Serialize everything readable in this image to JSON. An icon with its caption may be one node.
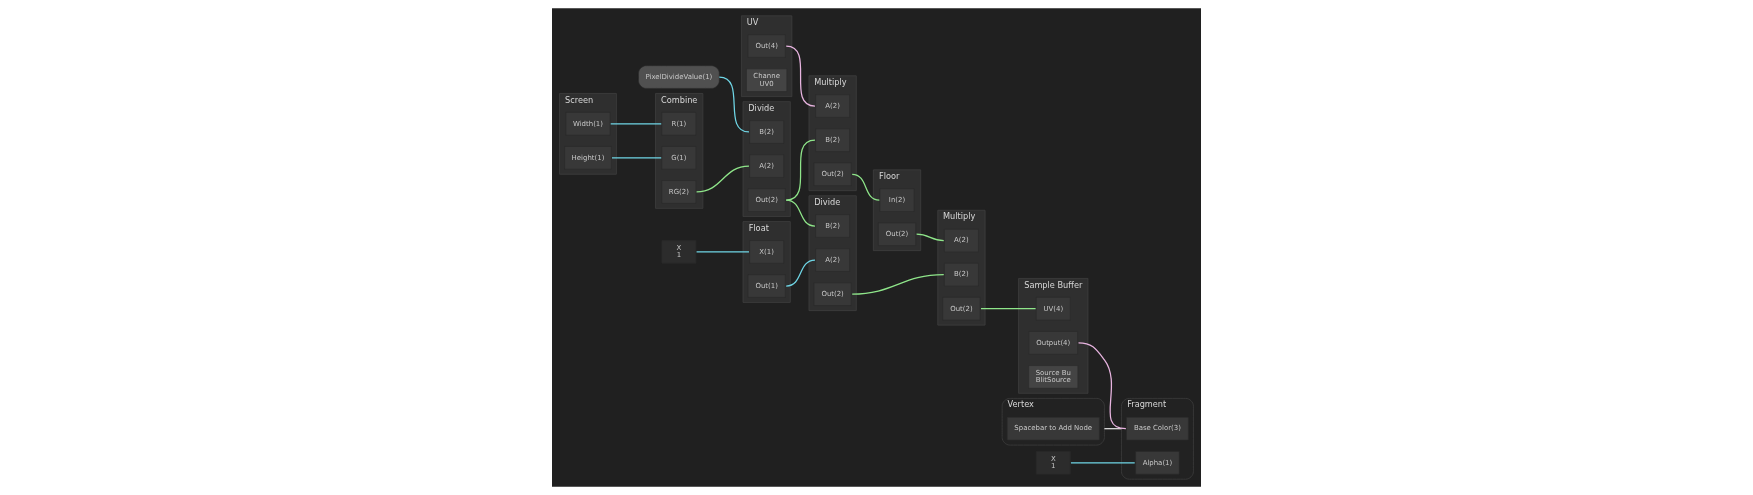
{
  "diagram": {
    "nodes": [
      {
        "text": [
          "UV"
        ]
      },
      {
        "text": [
          "Out(4)"
        ],
        "in": 0
      },
      {
        "text": [
          "Channe",
          "UV0"
        ],
        "in": 0
      },
      {
        "text": [
          "Multiply"
        ]
      },
      {
        "text": [
          "A(2)"
        ],
        "in": 3
      },
      {
        "text": [
          "B(2)"
        ],
        "in": 3
      },
      {
        "text": [
          "Out(2)"
        ],
        "in": 3
      },
      {
        "text": [
          "Floor"
        ]
      },
      {
        "text": [
          "In(2)"
        ],
        "in": 7
      },
      {
        "text": [
          "Out(2)"
        ],
        "in": 7
      },
      {
        "text": [
          "Vertex"
        ]
      },
      {
        "text": [
          "Spacebar to Add Node"
        ],
        "in": 10
      },
      {
        "text": [
          "Float"
        ]
      },
      {
        "text": [
          "X(1)"
        ],
        "in": 12
      },
      {
        "text": [
          "Out(1)"
        ],
        "in": 12
      },
      {
        "text": [
          "X",
          "1"
        ]
      },
      {
        "text": [
          "Divide"
        ]
      },
      {
        "text": [
          "A(2)"
        ],
        "in": 16
      },
      {
        "text": [
          "B(2)"
        ],
        "in": 16
      },
      {
        "text": [
          "Out(2)"
        ],
        "in": 16
      },
      {
        "text": [
          "Multiply"
        ]
      },
      {
        "text": [
          "A(2)"
        ],
        "in": 20
      },
      {
        "text": [
          "B(2)"
        ],
        "in": 20
      },
      {
        "text": [
          "Out(2)"
        ],
        "in": 20
      },
      {
        "text": [
          "Sample Buffer"
        ]
      },
      {
        "text": [
          "UV(4)"
        ],
        "in": 24
      },
      {
        "text": [
          "Output(4)"
        ],
        "in": 24
      },
      {
        "text": [
          "Source Bu",
          "BlitSource"
        ],
        "in": 24
      },
      {
        "text": [
          "Fragment"
        ]
      },
      {
        "text": [
          "Base Color(3)"
        ],
        "in": 28
      },
      {
        "text": [
          "Alpha(1)"
        ],
        "in": 28
      },
      {
        "text": [
          "X",
          "1"
        ]
      },
      {
        "text": [
          "Screen"
        ]
      },
      {
        "text": [
          "Width(1)"
        ],
        "in": 32
      },
      {
        "text": [
          "Height(1)"
        ],
        "in": 32
      },
      {
        "text": [
          "Combine"
        ]
      },
      {
        "text": [
          "R(1)"
        ],
        "in": 35
      },
      {
        "text": [
          "G(1)"
        ],
        "in": 35
      },
      {
        "text": [
          "RG(2)"
        ],
        "in": 35
      },
      {
        "text": [
          "Divide"
        ]
      },
      {
        "text": [
          "A(2)"
        ],
        "in": 39
      },
      {
        "text": [
          "B(2)"
        ],
        "in": 39
      },
      {
        "text": [
          "Out(2)"
        ],
        "in": 39
      },
      {
        "text": [
          "PixelDivideValue(1)"
        ]
      }
    ],
    "edges": [
      {
        "from": 1,
        "to": 4,
        "arrow": "none",
        "color": "#e8b4e0"
      },
      {
        "from": 6,
        "to": 8,
        "arrow": "none"
      },
      {
        "from": 9,
        "to": 21,
        "arrow": "none"
      },
      {
        "from": 15,
        "to": 13,
        "arrow": "none",
        "color": "#6fd6e6"
      },
      {
        "from": 14,
        "to": 17,
        "arrow": "none",
        "color": "#6fd6e6"
      },
      {
        "from": 42,
        "to": 5,
        "arrow": "none"
      },
      {
        "from": 42,
        "to": 18,
        "arrow": "none"
      },
      {
        "from": 19,
        "to": 22,
        "arrow": "none"
      },
      {
        "from": 23,
        "to": 25,
        "arrow": "none"
      },
      {
        "from": 26,
        "to": 29,
        "arrow": "none",
        "color": "#e8b4e0"
      },
      {
        "from": 31,
        "to": 30,
        "arrow": "none",
        "color": "#6fd6e6"
      },
      {
        "from": 33,
        "to": 36,
        "arrow": "none",
        "color": "#6fd6e6"
      },
      {
        "from": 34,
        "to": 37,
        "arrow": "none",
        "color": "#6fd6e6"
      },
      {
        "from": 38,
        "to": 40,
        "arrow": "none"
      },
      {
        "from": 43,
        "to": 41,
        "arrow": "none",
        "color": "#6fd6e6"
      },
      {
        "from": 10,
        "to": 28,
        "arrow": "none",
        "color": "#e0e0e0"
      }
    ]
  }
}
